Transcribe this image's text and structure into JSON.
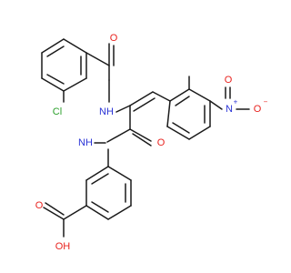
{
  "atoms": {
    "o_amide1": "O",
    "cl": "Cl",
    "nh1": "NH",
    "n_nitro": "N",
    "n_plus": "+",
    "o_nitro_left": "O",
    "o_nitro_right": "O",
    "o_minus": "−",
    "nh2": "NH",
    "o_amide2": "O",
    "o_acid": "O",
    "oh": "OH"
  },
  "colors": {
    "bond": "#1a1a1a",
    "oxygen": "#e8231f",
    "nitrogen": "#2a33d6",
    "chlorine": "#2ca02c"
  }
}
